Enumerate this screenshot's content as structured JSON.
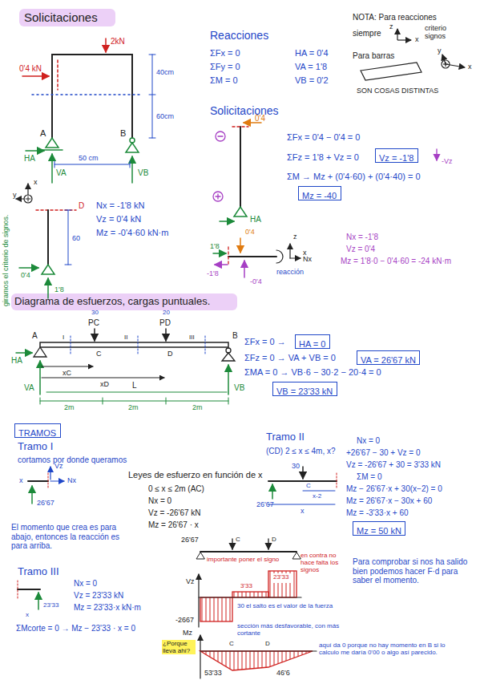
{
  "diagram": {
    "title": "Solicitaciones",
    "nodes": [
      {
        "text": [
          "Vz = -1'8"
        ]
      },
      {
        "text": [
          "Mz = -40"
        ]
      },
      {
        "text": [
          "HA = 0"
        ]
      },
      {
        "text": [
          "VA = 26'67 kN"
        ]
      },
      {
        "text": [
          "VB = 23'33 kN"
        ]
      },
      {
        "text": [
          "TRAMOS"
        ]
      },
      {
        "text": [
          "Mz = 50 kN"
        ]
      }
    ],
    "labels": [
      "0'4 kN",
      "2kN",
      "40cm",
      "60cm",
      "A",
      "B",
      "HA",
      "VA",
      "50 cm",
      "VB",
      "Reacciones",
      "ΣFx = 0",
      "ΣFy = 0",
      "ΣM = 0",
      "HA = 0'4",
      "VA = 1'8",
      "VB = 0'2",
      "NOTA: Para reacciones",
      "siempre",
      "z",
      "x",
      "criterio signos",
      "Para barras",
      "y",
      "x",
      "SON COSAS DISTINTAS",
      "Solicitaciones",
      "0'4",
      "ΣFx = 0'4 − 0'4 = 0",
      "ΣFz = 1'8 + Vz = 0",
      "-Vz",
      "ΣM → Mz + (0'4·60) + (0'4·40) = 0",
      "HA",
      "giramos el criterio de signos.",
      "x",
      "y",
      "D",
      "Nx = -1'8 kN",
      "Vz = 0'4 kN",
      "Mz = -0'4·60 kN·m",
      "60",
      "0'4",
      "1'8",
      "0'4",
      "1'8",
      "-1'8",
      "-0'4",
      "z",
      "x",
      "Nx",
      "reacción",
      "Nx = -1'8",
      "Vz = 0'4",
      "Mz = 1'8·0 − 0'4·60 = -24 kN·m",
      "Diagrama de esfuerzos, cargas puntuales.",
      "30",
      "PC",
      "20",
      "PD",
      "A",
      "C",
      "D",
      "B",
      "I",
      "II",
      "III",
      "HA",
      "xC",
      "xD",
      "VA",
      "VB",
      "L",
      "2m",
      "2m",
      "2m",
      "ΣFx = 0 →",
      "ΣFz = 0 → VA + VB = 0",
      "ΣMA = 0 → VB·6 − 30·2 − 20·4 = 0",
      "Tramo I",
      "cortamos por donde queramos",
      "26'67",
      "x",
      "Vz",
      "Nx",
      "Leyes de esfuerzo en función de x",
      "0 ≤ x ≤ 2m (AC)",
      "Nx = 0",
      "Vz = -26'67 kN",
      "Mz = 26'67 · x",
      "El momento que crea es para abajo, entonces la reacción es para arriba.",
      "Tramo II",
      "(CD) 2 ≤ x ≤ 4m, x?",
      "26'67",
      "30",
      "C",
      "x-2",
      "x",
      "Nx = 0",
      "+26'67 − 30 + Vz = 0",
      "Vz = -26'67 + 30 = 3'33 kN",
      "ΣM = 0",
      "Mz − 26'67·x + 30(x−2) = 0",
      "Mz = 26'67·x − 30x + 60",
      "Mz = -3'33·x + 60",
      "Tramo III",
      "23'33",
      "x",
      "Nx = 0",
      "Vz = 23'33 kN",
      "Mz = 23'33·x kN·m",
      "ΣMcorte = 0 → Mz − 23'33 · x = 0",
      "26'67",
      "C",
      "D",
      "importante poner el signo",
      "en contra no hace falta los signos",
      "Vz",
      "3'33",
      "23'33",
      "-2667",
      "30 el salto es el valor de la fuerza",
      "sección más desfavorable, con más cortante",
      "Para comprobar si nos ha salido bien podemos hacer F·d para saber el momento.",
      "Mz",
      "¿Porque lleva ahí?",
      "C",
      "D",
      "53'33",
      "46'6",
      "aquí da 0 porque no hay momento en B si lo calculo me daría 0'00 o algo así parecido."
    ]
  }
}
